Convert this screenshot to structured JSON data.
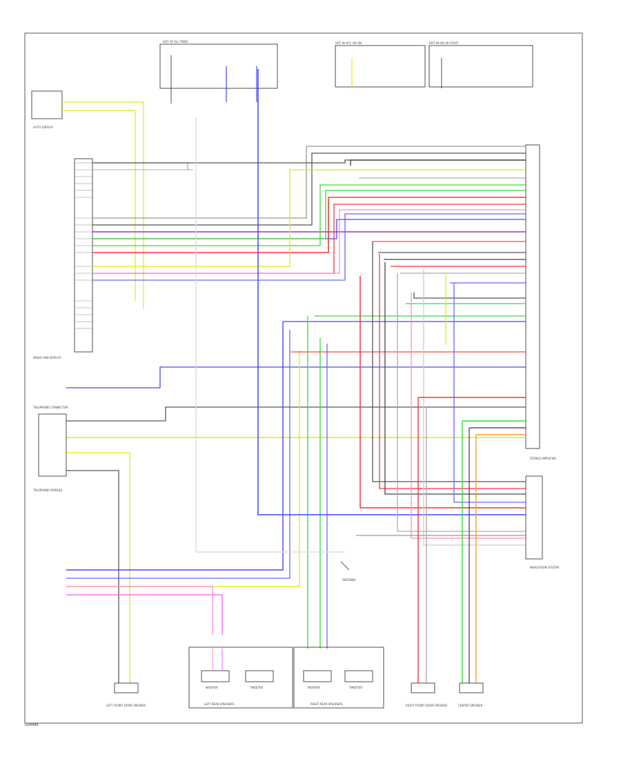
{
  "diagram": {
    "footer_code": "G04486",
    "fuse_labels": [
      "HOT AT ALL TIMES",
      "HOT IN ACC OR ON",
      "HOT IN ON OR START"
    ],
    "component_labels": {
      "left_display": "AUTO DISPLAY",
      "radio_unit": "RADIO AND DISPLAY",
      "telephone": "TELEPHONE CONNECTOR",
      "amplifier": "STEREO AMPLIFIER",
      "navigation": "NAVIGATION SYSTEM",
      "antenna": "ANTENNA",
      "lf_speaker": "LEFT FRONT DOOR SPEAKER",
      "lr_speakers": "LEFT REAR SPEAKERS",
      "rr_speakers": "RIGHT REAR SPEAKERS",
      "rf_speaker": "RIGHT FRONT DOOR SPEAKER",
      "center_speaker": "CENTER SPEAKER",
      "lr_woofer": "WOOFER",
      "lr_tweeter": "TWEETER",
      "rr_woofer": "WOOFER",
      "rr_tweeter": "TWEETER",
      "tel_module": "TELEPHONE MODULE"
    }
  }
}
